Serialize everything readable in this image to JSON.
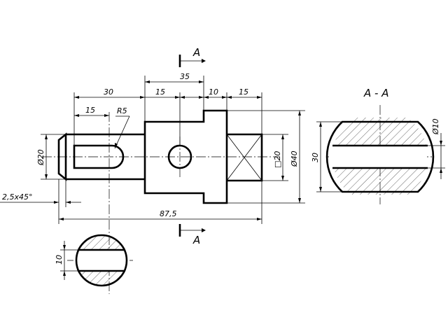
{
  "section": {
    "top_label": "A",
    "bottom_label": "A",
    "view_title": "A - A"
  },
  "dimensions": {
    "top_35": "35",
    "top_30": "30",
    "top_15a": "15",
    "top_10": "10",
    "top_15b": "15",
    "slot_15": "15",
    "radius": "R5",
    "dia_20": "Ø20",
    "chamfer": "2,5x45°",
    "square_20": "□20",
    "dia_40": "Ø40",
    "overall": "87,5",
    "section_30": "30",
    "section_dia10": "Ø10",
    "small_section_10": "10"
  }
}
